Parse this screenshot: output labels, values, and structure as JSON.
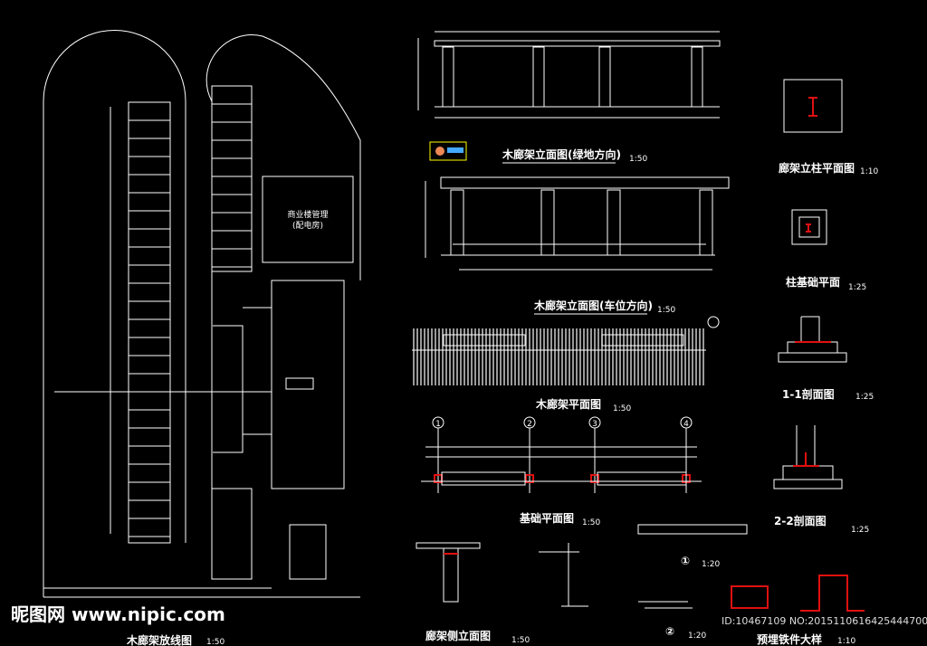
{
  "drawing": {
    "titles": [
      {
        "label": "木廊架立面图(绿地方向)",
        "scale": "1:50"
      },
      {
        "label": "木廊架立面图(车位方向)",
        "scale": "1:50"
      },
      {
        "label": "木廊架平面图",
        "scale": "1:50"
      },
      {
        "label": "基础平面图",
        "scale": "1:50"
      },
      {
        "label": "廊架立柱平面图",
        "scale": "1:10"
      },
      {
        "label": "柱基础平面",
        "scale": "1:25"
      },
      {
        "label": "1-1剖面图",
        "scale": "1:25"
      },
      {
        "label": "2-2剖面图",
        "scale": "1:25"
      },
      {
        "label": "廊架侧立面图",
        "scale": "1:50"
      },
      {
        "label": "预埋铁件大样",
        "scale": "1:10"
      },
      {
        "label": "木廊架放线图",
        "scale": "1:50"
      }
    ],
    "details": [
      {
        "label": "①",
        "scale": "1:20"
      },
      {
        "label": "②",
        "scale": "1:20"
      }
    ],
    "axes": [
      "1",
      "2",
      "3",
      "4"
    ],
    "building_label": [
      "商业楼管理",
      "(配电房)"
    ]
  },
  "watermark": {
    "site": "昵图网 www.nipic.com",
    "id": "ID:10467109 NO:20151106164254447000"
  },
  "colors": {
    "line": "#ffffff",
    "accent": "#e01010",
    "logo": "#ffff00"
  }
}
